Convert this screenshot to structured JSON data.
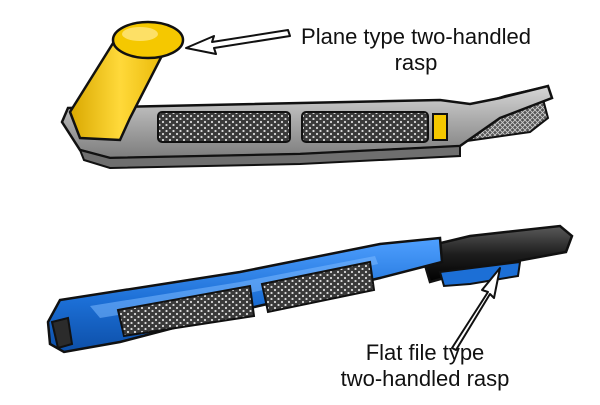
{
  "labels": {
    "plane_rasp": {
      "line1": "Plane type two-handled",
      "line2": "rasp"
    },
    "flat_rasp": {
      "line1": "Flat file type",
      "line2": "two-handled rasp"
    }
  },
  "colors": {
    "plane_body": "#9a9a9a",
    "plane_body_light": "#cfcfcf",
    "plane_handle": "#f2c200",
    "plane_handle_light": "#ffe066",
    "flat_body": "#1c6fd6",
    "flat_body_light": "#4fa0ff",
    "flat_handle": "#1a1a1a",
    "teeth": "#2b2b2b",
    "outline": "#111111",
    "arrow_fill": "#ffffff"
  },
  "icons": {
    "plane_rasp": "plane-type-rasp-illustration",
    "flat_rasp": "flat-file-type-rasp-illustration",
    "callout_arrows": "callout-arrow"
  }
}
